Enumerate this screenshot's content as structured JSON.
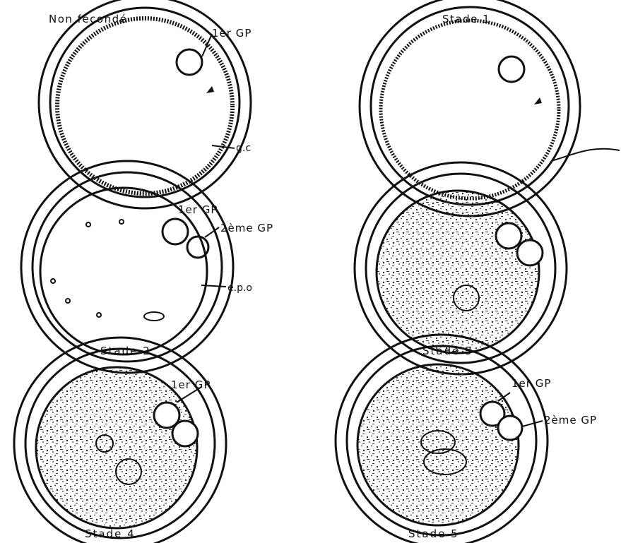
{
  "panels": [
    {
      "id": "unfertilized",
      "title": "Non fécondé"
    },
    {
      "id": "stage1",
      "title": "Stade 1"
    },
    {
      "id": "stage2",
      "title": "Stade 2"
    },
    {
      "id": "stage3",
      "title": "Stade 3"
    },
    {
      "id": "stage4",
      "title": "Stade 4"
    },
    {
      "id": "stage5",
      "title": "Stade 5"
    }
  ],
  "labels": {
    "first_polar_body": "1er GP",
    "second_polar_body": "2ème GP",
    "cortical_granules": "g.c",
    "perivitelline_space": "e.p.o"
  }
}
